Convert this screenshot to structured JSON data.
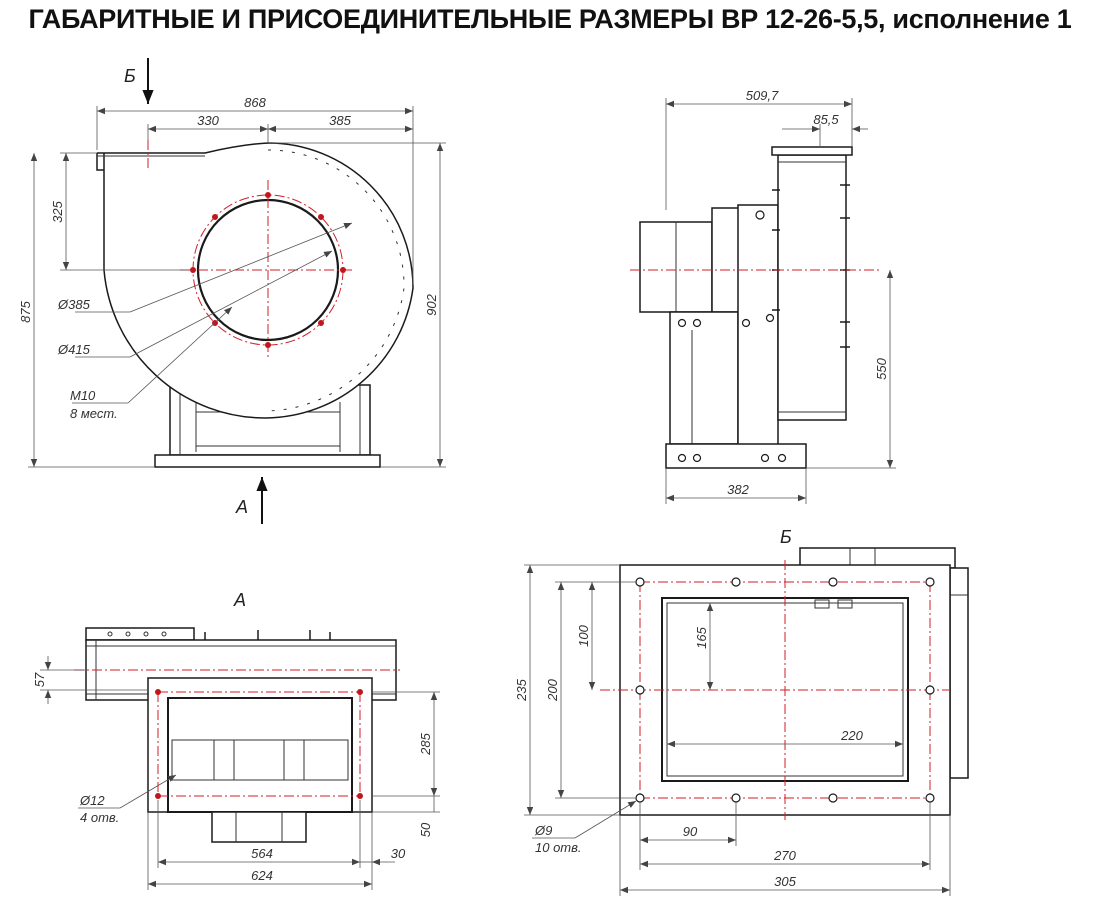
{
  "title": "ГАБАРИТНЫЕ И ПРИСОЕДИНИТЕЛЬНЫЕ РАЗМЕРЫ ВР 12-26-5,5, исполнение 1",
  "views": {
    "front": {
      "marker_b": "Б",
      "marker_a": "А",
      "dims": {
        "total_width": "868",
        "left_to_axis": "330",
        "axis_to_right": "385",
        "top_to_axis": "325",
        "total_height_left": "875",
        "total_height_right": "902"
      },
      "callouts": {
        "inner_diameter": "Ø385",
        "bolt_circle": "Ø415",
        "thread": "M10",
        "thread_count": "8 мест."
      }
    },
    "side": {
      "dims": {
        "total_width": "509,7",
        "flange_width": "85,5",
        "axis_height": "550",
        "base_width": "382"
      }
    },
    "view_a": {
      "label": "А",
      "dims": {
        "offset_57": "57",
        "height_285": "285",
        "height_50": "50",
        "hole_spacing": "564",
        "edge_30": "30",
        "base_width": "624"
      },
      "callouts": {
        "hole_diameter": "Ø12",
        "hole_count": "4 отв."
      }
    },
    "view_b": {
      "label": "Б",
      "dims": {
        "height_235": "235",
        "height_200": "200",
        "height_100": "100",
        "inner_165": "165",
        "inner_220": "220",
        "pitch_90": "90",
        "holes_270": "270",
        "outer_305": "305"
      },
      "callouts": {
        "hole_diameter": "Ø9",
        "hole_count": "10 отв."
      }
    }
  }
}
